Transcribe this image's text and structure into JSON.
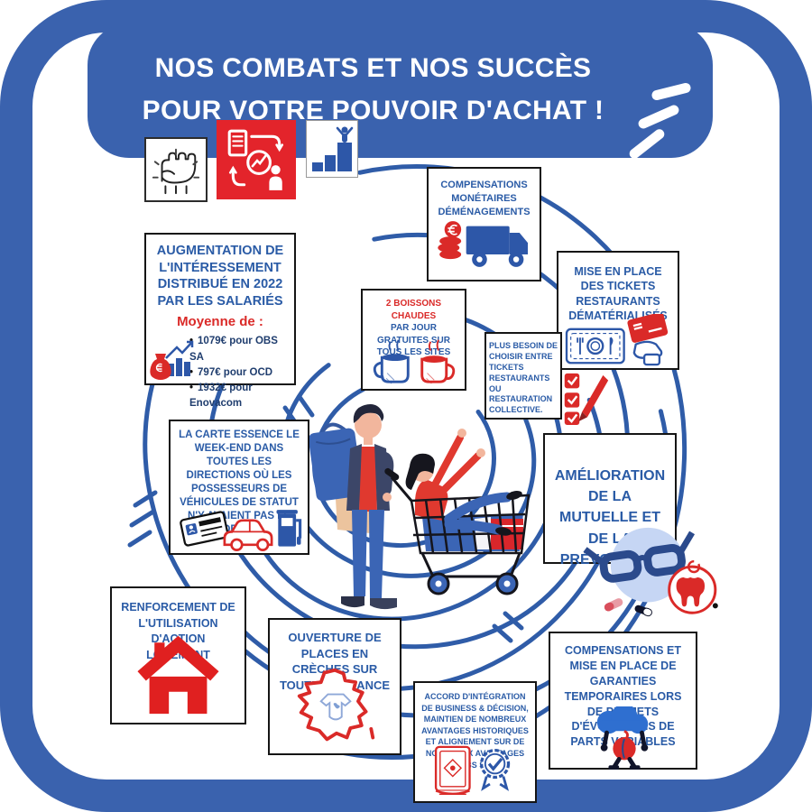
{
  "banner": {
    "title_line1": "NOS COMBATS ET NOS SUCCÈS",
    "title_line2": "POUR VOTRE POUVOIR D'ACHAT !"
  },
  "colors": {
    "frame_blue": "#3a62ae",
    "heading_blue": "#2a5ba6",
    "accent_red": "#da2a28",
    "navy_text": "#1f3d6e",
    "spiral_blue": "#2f5ca8"
  },
  "top_icons": [
    "fist-icon",
    "growth-process-icon",
    "podium-winner-icon"
  ],
  "boxes": {
    "compensations_demenagements": {
      "title": "COMPENSATIONS MONÉTAIRES DÉMÉNAGEMENTS",
      "icons": [
        "euro-coins-icon",
        "moving-truck-icon"
      ]
    },
    "tickets_restaurants": {
      "title": "MISE EN PLACE DES TICKETS RESTAURANTS DÉMATÉRIALISÉS",
      "icons": [
        "meal-ticket-icon",
        "bank-card-icon",
        "hand-icon"
      ]
    },
    "interessement": {
      "title": "AUGMENTATION DE L'INTÉRESSEMENT DISTRIBUÉ EN 2022 PAR LES SALARIÉS",
      "subtitle": "Moyenne de :",
      "bullets": [
        "1079€ pour OBS SA",
        "797€ pour OCD",
        "1932€ pour Enovacom"
      ],
      "icons": [
        "money-bag-chart-icon"
      ]
    },
    "boissons_chaudes": {
      "highlight": "2 BOISSONS CHAUDES",
      "rest": "PAR JOUR GRATUITES SUR TOUS LES SITES",
      "icons": [
        "mug-blue-icon",
        "mug-red-icon"
      ]
    },
    "tickets_choix": {
      "title": "PLUS BESOIN DE CHOISIR ENTRE TICKETS RESTAURANTS OU RESTAURATION COLLECTIVE.",
      "icons": [
        "checklist-icon",
        "pen-icon"
      ]
    },
    "carte_essence": {
      "title": "LA CARTE ESSENCE LE WEEK-END DANS TOUTES LES DIRECTIONS OÙ LES POSSESSEURS DE VÉHICULES DE STATUT N'Y AVAIENT PAS LE DROIT",
      "icons": [
        "fuel-card-icon",
        "car-icon",
        "fuel-pump-icon"
      ]
    },
    "mutuelle": {
      "title": "AMÉLIORATION DE LA MUTUELLE ET DE LA PRÉVOYANCE",
      "icons": [
        "glasses-icon",
        "tooth-icon",
        "pills-icon"
      ]
    },
    "action_logement": {
      "title": "RENFORCEMENT DE L'UTILISATION D'ACTION LOGEMENT",
      "icons": [
        "house-icon"
      ]
    },
    "creches": {
      "title": "OUVERTURE DE PLACES EN CRÈCHES SUR TOUTE LA FRANCE",
      "icons": [
        "france-map-icon",
        "baby-onesie-icon"
      ]
    },
    "accord_integration": {
      "title": "ACCORD D'INTÉGRATION DE BUSINESS & DÉCISION, MAINTIEN DE NOMBREUX AVANTAGES HISTORIQUES ET ALIGNEMENT SUR DE NOMBREUX AVANTAGES OBS SA",
      "icons": [
        "book-icon",
        "medal-icon"
      ]
    },
    "parts_variables": {
      "title": "COMPENSATIONS ET MISE EN PLACE DE GARANTIES TEMPORAIRES LORS DE PROJETS D'ÉVOLUTIONS DE PARTS VARIABLES",
      "icons": [
        "cloud-carrier-icon"
      ]
    }
  },
  "illustration": "shoppers-with-cart"
}
